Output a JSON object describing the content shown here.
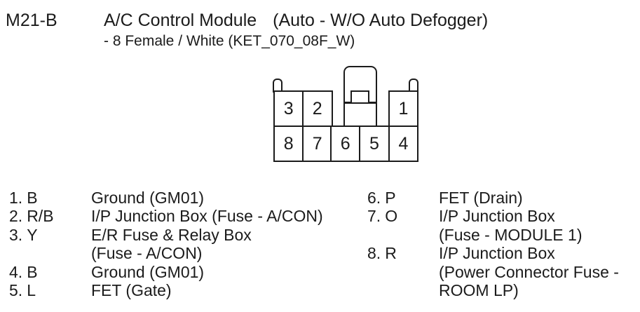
{
  "header": {
    "connector_id": "M21-B",
    "module_name": "A/C Control Module",
    "variant": "(Auto - W/O Auto Defogger)",
    "subtitle": "- 8 Female / White (KET_070_08F_W)"
  },
  "connector": {
    "top_cells": [
      "3",
      "2",
      "1"
    ],
    "bottom_cells": [
      "8",
      "7",
      "6",
      "5",
      "4"
    ]
  },
  "pin_list": {
    "left_rows": [
      {
        "num": "1.",
        "code": "B",
        "desc": "Ground (GM01)"
      },
      {
        "num": "2.",
        "code": "R/B",
        "desc": "I/P Junction Box (Fuse - A/CON)"
      },
      {
        "num": "3.",
        "code": "Y",
        "desc": "E/R Fuse & Relay Box"
      },
      {
        "num": "",
        "code": "",
        "desc": "(Fuse - A/CON)"
      },
      {
        "num": "4.",
        "code": "B",
        "desc": "Ground (GM01)"
      },
      {
        "num": "5.",
        "code": "L",
        "desc": "FET (Gate)"
      }
    ],
    "right_rows": [
      {
        "num": "6.",
        "code": "P",
        "desc": "FET (Drain)"
      },
      {
        "num": "7.",
        "code": "O",
        "desc": "I/P Junction Box"
      },
      {
        "num": "",
        "code": "",
        "desc": "(Fuse - MODULE 1)"
      },
      {
        "num": "8.",
        "code": "R",
        "desc": "I/P Junction Box"
      },
      {
        "num": "",
        "code": "",
        "desc": "(Power Connector Fuse -"
      },
      {
        "num": "",
        "code": "",
        "desc": "ROOM LP)"
      }
    ]
  },
  "colors": {
    "ink": "#1b1b1b",
    "background": "#ffffff"
  }
}
